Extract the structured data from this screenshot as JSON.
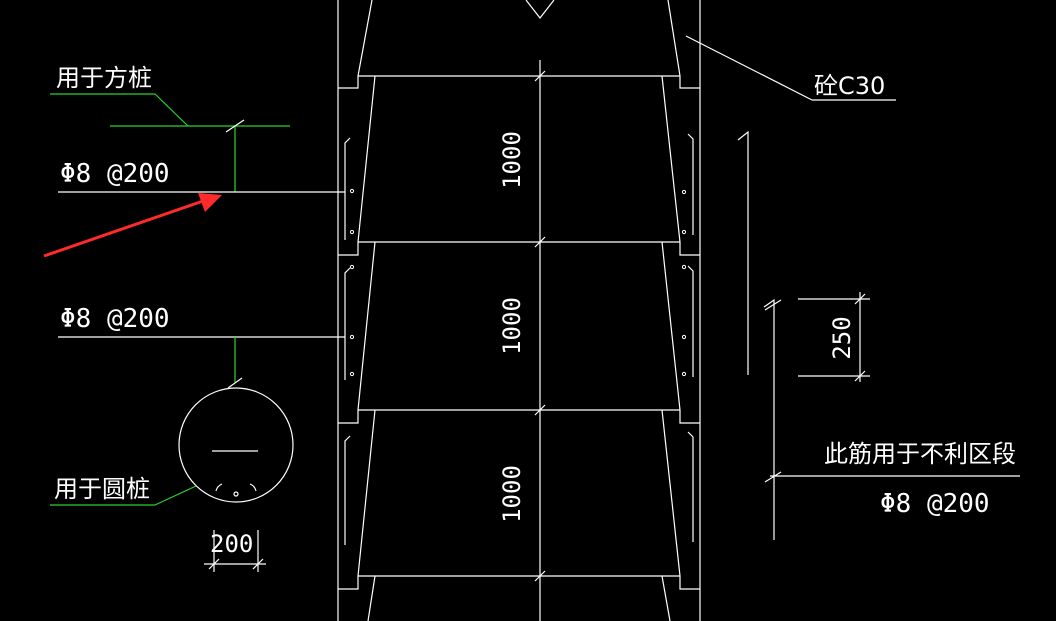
{
  "labels": {
    "square_pile": "用于方桩",
    "round_pile": "用于圆桩",
    "concrete": "砼C30",
    "rebar_upper": "Φ8 @200",
    "rebar_middle": "Φ8 @200",
    "rebar_right": "Φ8 @200",
    "unfavorable": "此筋用于不利区段"
  },
  "dimensions": {
    "seg1": "1000",
    "seg2": "1000",
    "seg3": "1000",
    "spacing": "250",
    "round_width": "200"
  },
  "colors": {
    "background": "#000000",
    "lines": "#ffffff",
    "leaders": "#2bd42b",
    "arrow": "#ff2a2a"
  }
}
